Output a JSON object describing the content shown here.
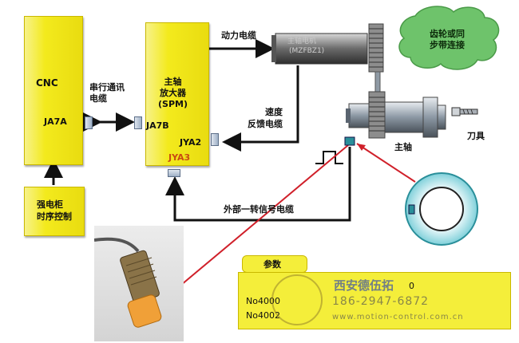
{
  "cnc": {
    "title": "CNC",
    "port": "JA7A"
  },
  "serial_cable": {
    "label": "串行通讯\n电缆"
  },
  "spm": {
    "title": "主轴\n放大器\n(SPM)",
    "port_in": "JA7B",
    "port_feedback": "JYA2",
    "port_ext": "JYA3"
  },
  "power_cabinet": {
    "label": "强电柜\n时序控制"
  },
  "power_cable": {
    "label": "动力电缆"
  },
  "motor": {
    "label": "主轴电机",
    "model": "(MZFBZ1)"
  },
  "gear_cloud": {
    "label": "齿轮或同\n步带连接"
  },
  "speed_feedback": {
    "label": "速度\n反馈电缆"
  },
  "spindle": {
    "label": "主轴"
  },
  "tool": {
    "label": "刀具"
  },
  "external_signal": {
    "label": "外部一转信号电缆"
  },
  "params": {
    "title": "参数",
    "rows": [
      "No4000",
      "No4002"
    ],
    "values": [
      "0"
    ]
  },
  "watermark": {
    "company": "西安德伍拓",
    "phone": "186-2947-6872",
    "url": "www.motion-control.com.cn"
  },
  "colors": {
    "yellow": "#f3ea1d",
    "cloud": "#6ec36b",
    "arrow": "#111111",
    "signal_line": "#d0202a",
    "teal": "#2a8f9a",
    "jya3": "#c94a12"
  }
}
